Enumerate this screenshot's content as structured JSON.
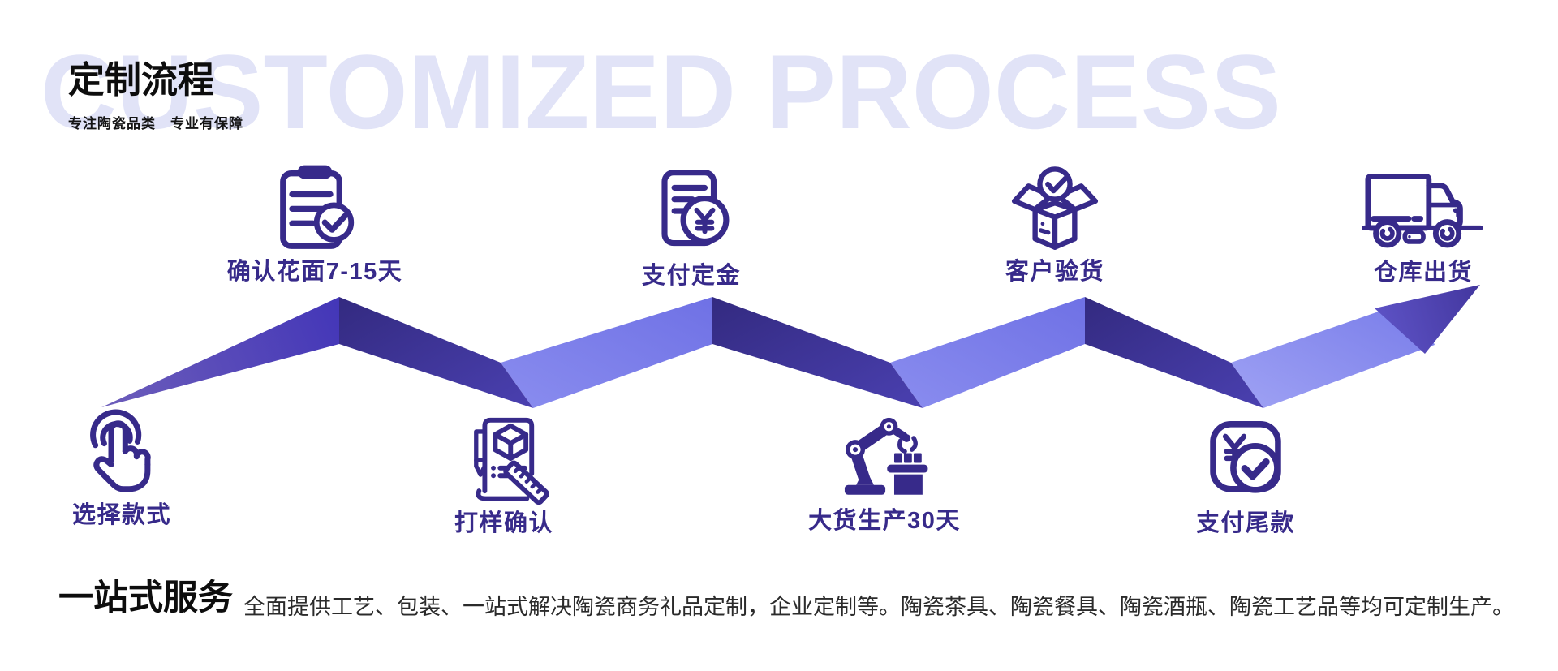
{
  "header": {
    "title": "定制流程",
    "subtitle": "专注陶瓷品类　专业有保障",
    "watermark": "CUSTOMIZED PROCESS"
  },
  "process": {
    "steps": [
      {
        "label": "选择款式",
        "icon": "tap-hand",
        "position": "bottom"
      },
      {
        "label": "确认花面7-15天",
        "icon": "clipboard-check",
        "position": "top"
      },
      {
        "label": "打样确认",
        "icon": "sample-document",
        "position": "bottom"
      },
      {
        "label": "支付定金",
        "icon": "invoice-yen",
        "position": "top"
      },
      {
        "label": "大货生产30天",
        "icon": "robot-arm",
        "position": "bottom"
      },
      {
        "label": "客户验货",
        "icon": "open-box-check",
        "position": "top"
      },
      {
        "label": "支付尾款",
        "icon": "payment-check",
        "position": "bottom"
      },
      {
        "label": "仓库出货",
        "icon": "delivery-truck",
        "position": "top"
      }
    ]
  },
  "footer": {
    "heading": "一站式服务",
    "description": "全面提供工艺、包装、一站式解决陶瓷商务礼品定制，企业定制等。陶瓷茶具、陶瓷餐具、陶瓷酒瓶、陶瓷工艺品等均可定制生产。"
  },
  "colors": {
    "icon_stroke": "#372a8a",
    "label_text": "#372a8a",
    "ribbon_dark_start": "#332a80",
    "ribbon_dark_end": "#4a40b0",
    "ribbon_light_start": "#8a8def",
    "ribbon_light_end": "#6f71e5",
    "watermark_text": "#e1e3f7",
    "heading_text": "#0d0d0d",
    "description_text": "#2b2b2b",
    "background": "#ffffff"
  }
}
